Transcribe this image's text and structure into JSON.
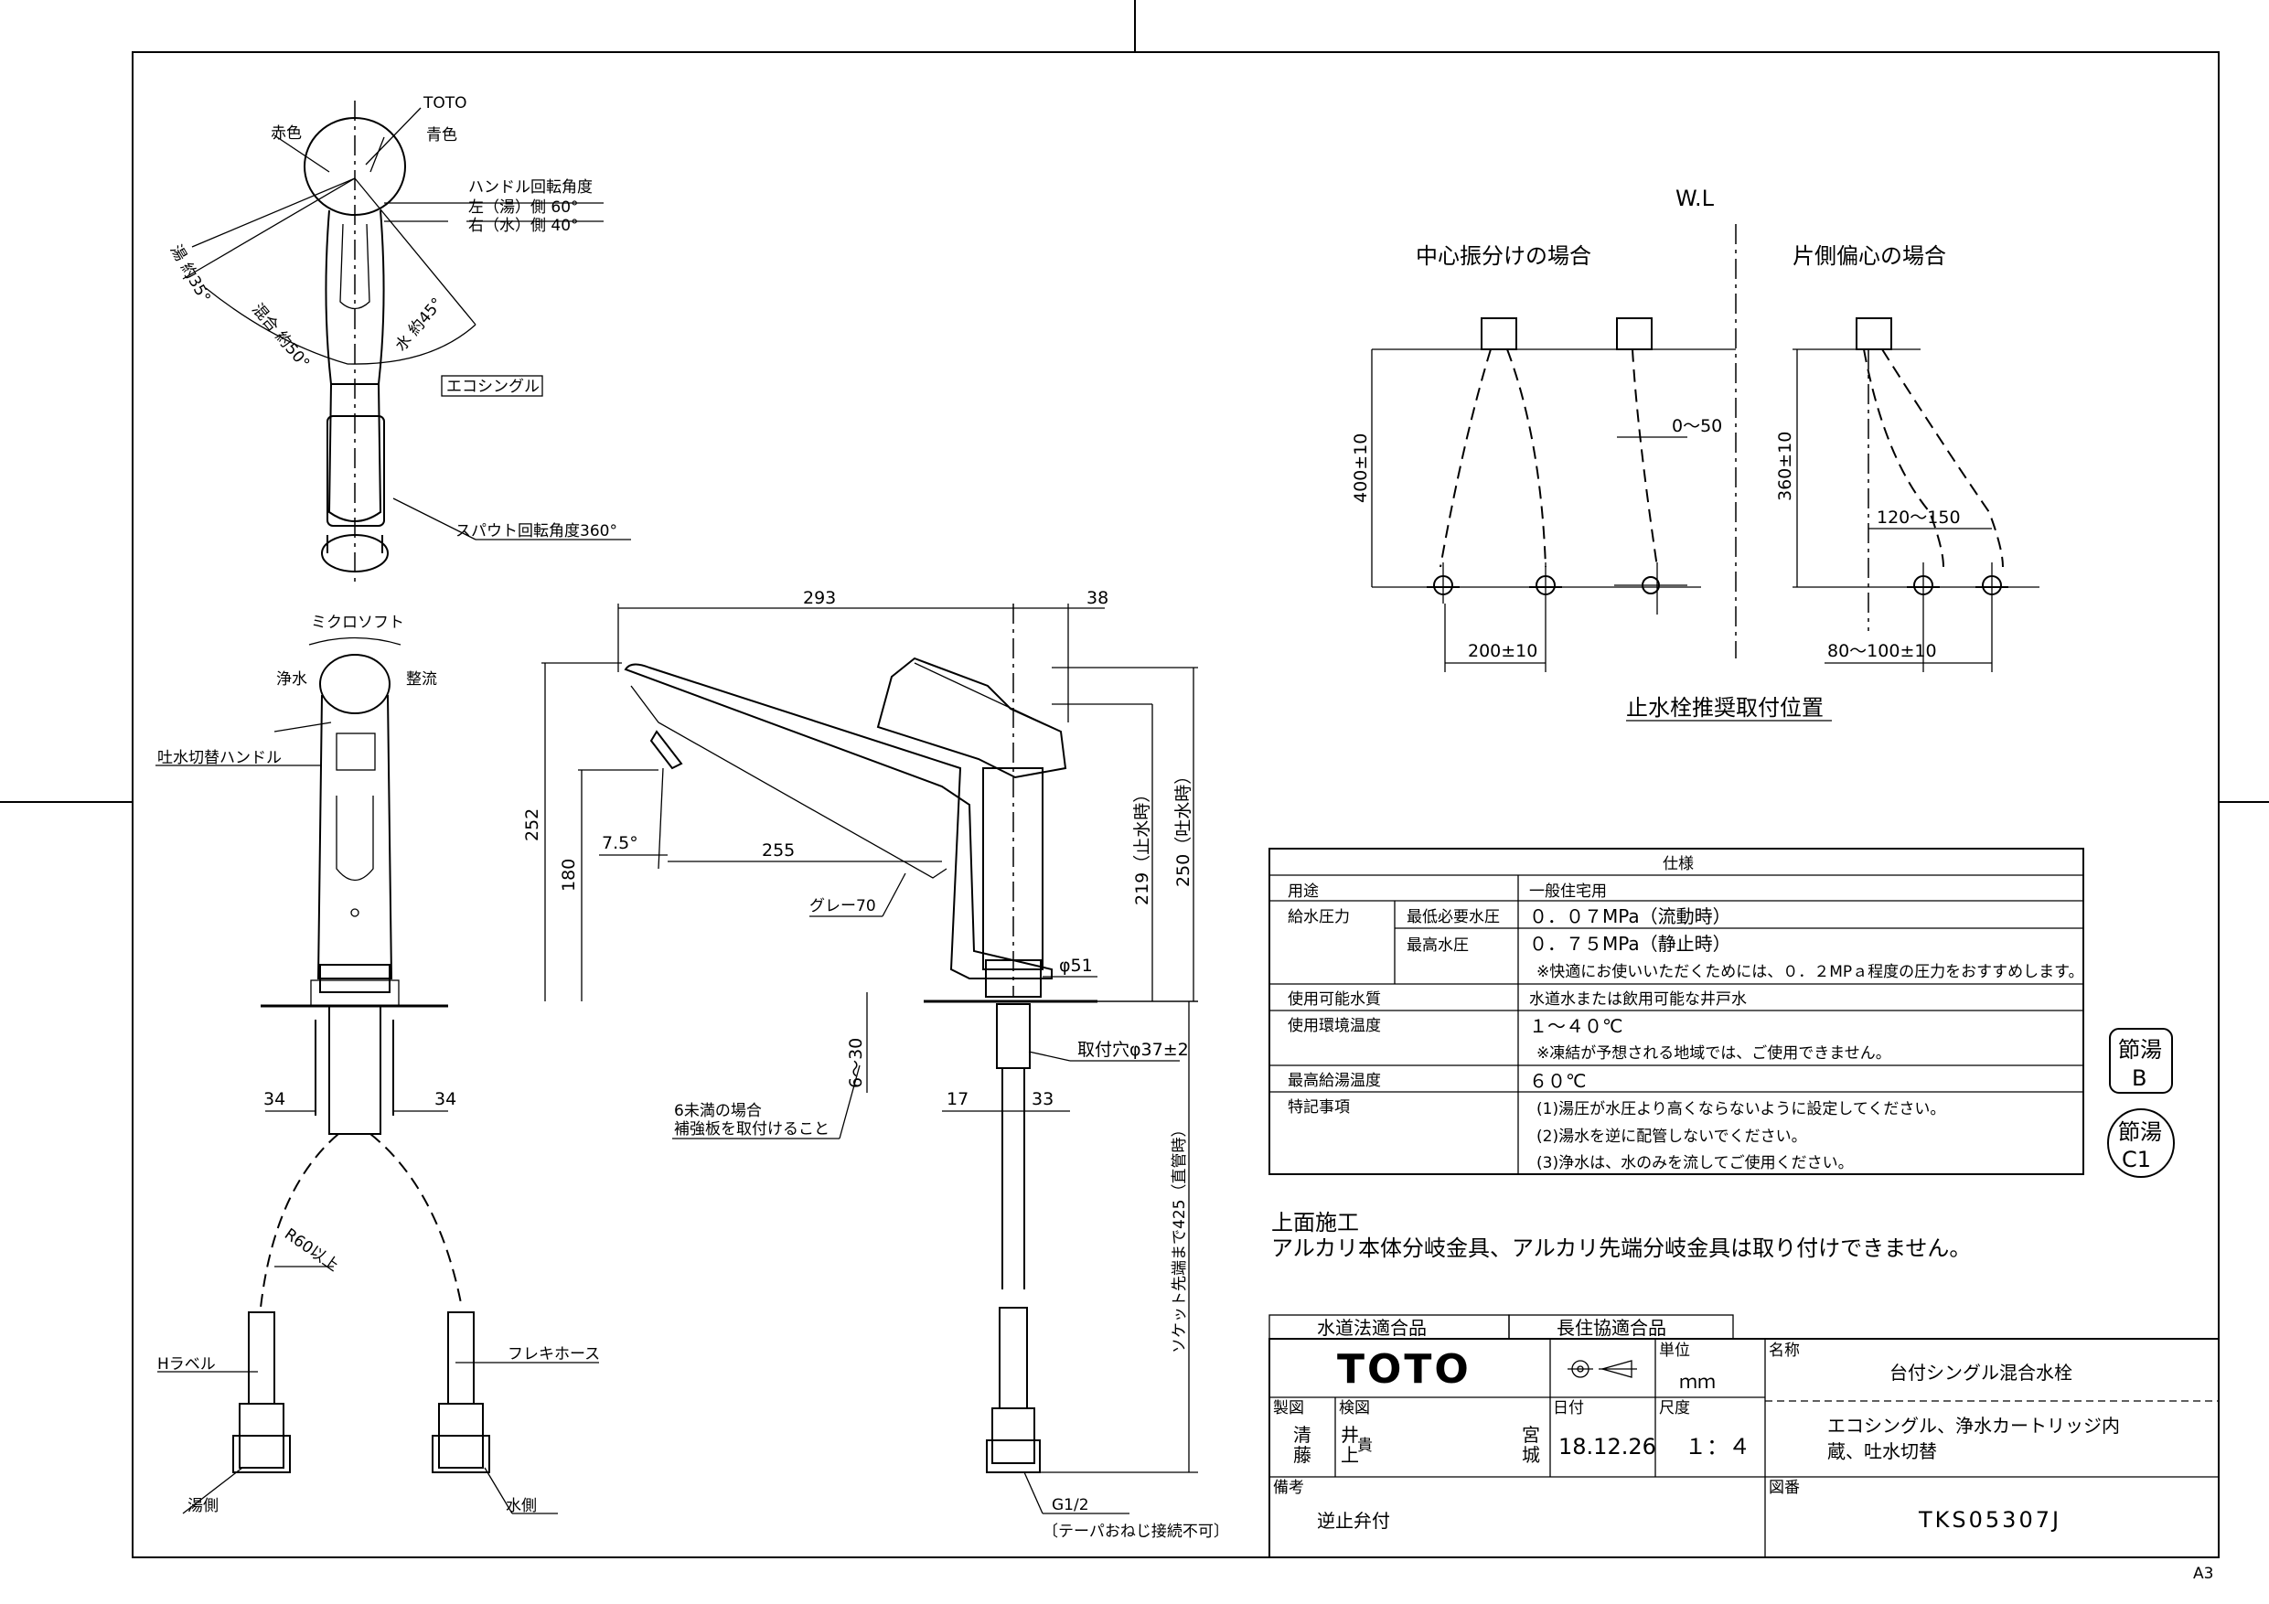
{
  "top_view": {
    "brand_label": "TOTO",
    "red_label": "赤色",
    "blue_label": "青色",
    "handle_rotation": "ハンドル回転角度",
    "left_hot": "左（湯）側 60°",
    "right_cold": "右（水）側 40°",
    "hot_angle": "湯 約35°",
    "mix_angle": "混合 約50°",
    "cold_angle": "水 約45°",
    "eco_single": "エコシングル",
    "spout_rotation": "スパウト回転角度360°"
  },
  "front_view": {
    "micro_soft": "ミクロソフト",
    "purified": "浄水",
    "regulated": "整流",
    "switch_handle": "吐水切替ハンドル",
    "dim_left": "34",
    "dim_right": "34",
    "radius": "R60以上",
    "h_label": "Hラベル",
    "flex_hose": "フレキホース",
    "hot_side": "湯側",
    "cold_side": "水側"
  },
  "side_view": {
    "dim_293": "293",
    "dim_38": "38",
    "dim_252": "252",
    "dim_180": "180",
    "angle_75": "7.5°",
    "dim_255": "255",
    "gray": "グレー70",
    "dim_219": "219（止水時）",
    "dim_250": "250（吐水時）",
    "phi51": "φ51",
    "mount_hole": "取付穴φ37±2",
    "dim_6_30": "6〜30",
    "reinforce_1": "6未満の場合",
    "reinforce_2": "補強板を取付けること",
    "dim_17": "17",
    "dim_33": "33",
    "socket_len": "ソケット先端まで425（直管時）",
    "thread": "G1/2",
    "thread_note": "〔テーパおねじ接続不可〕"
  },
  "valve_layout": {
    "wl": "W.L",
    "center_title": "中心振分けの場合",
    "side_title": "片側偏心の場合",
    "dim_400": "400±10",
    "dim_0_50": "0〜50",
    "dim_360": "360±10",
    "dim_120_150": "120〜150",
    "dim_200": "200±10",
    "dim_80_100": "80〜100±10",
    "caption": "止水栓推奨取付位置"
  },
  "spec_table": {
    "title": "仕様",
    "rows": [
      {
        "label": "用途",
        "sub": "",
        "lines": [
          "一般住宅用"
        ]
      },
      {
        "label": "給水圧力",
        "sub": "最低必要水圧",
        "lines": [
          "０．０７MPa（流動時）"
        ]
      },
      {
        "label": "",
        "sub": "最高水圧",
        "lines": [
          "０．７５MPa（静止時）",
          "※快適にお使いいただくためには、０．２MPａ程度の圧力をおすすめします。"
        ]
      },
      {
        "label": "使用可能水質",
        "sub": "",
        "lines": [
          "水道水または飲用可能な井戸水"
        ]
      },
      {
        "label": "使用環境温度",
        "sub": "",
        "lines": [
          "１〜４０℃",
          "※凍結が予想される地域では、ご使用できません。"
        ]
      },
      {
        "label": "最高給湯温度",
        "sub": "",
        "lines": [
          "６０℃"
        ]
      },
      {
        "label": "特記事項",
        "sub": "",
        "lines": [
          "(1)湯圧が水圧より高くならないように設定してください。",
          "(2)湯水を逆に配管しないでください。",
          "(3)浄水は、水のみを流してご使用ください。"
        ]
      }
    ]
  },
  "badges": [
    {
      "top": "節湯",
      "bottom": "B"
    },
    {
      "top": "節湯",
      "bottom": "C1"
    }
  ],
  "notes": {
    "title": "上面施工",
    "body": "アルカリ本体分岐金具、アルカリ先端分岐金具は取り付けできません。"
  },
  "title_block": {
    "cert1": "水道法適合品",
    "cert2": "長住協適合品",
    "logo": "TOTO",
    "unit_label": "単位",
    "unit_value": "ｍｍ",
    "name_label": "名称",
    "name_value": "台付シングル混合水栓",
    "desc_1": "エコシングル、浄水カートリッジ内",
    "desc_2": "蔵、吐水切替",
    "made_label": "製図",
    "made_by_1": "清",
    "made_by_2": "藤",
    "check_label": "検図",
    "check_by_1": "井",
    "check_by_2": "上",
    "check_mark": "貴",
    "approve_1": "宮",
    "approve_2": "城",
    "date_label": "日付",
    "date_value": "18.12.26",
    "scale_label": "尺度",
    "scale_value": "１：４",
    "remarks_label": "備考",
    "remarks_value": "逆止弁付",
    "drawing_no_label": "図番",
    "drawing_no": "TKS05307J"
  },
  "sheet_size": "A3"
}
